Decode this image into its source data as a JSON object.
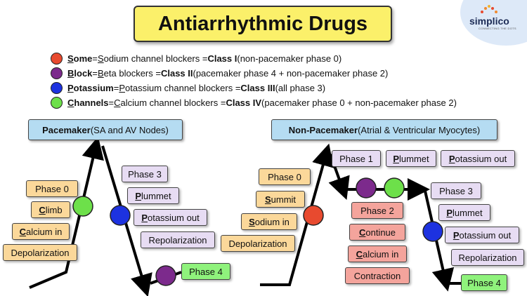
{
  "title": "Antiarrhythmic Drugs",
  "logo": {
    "name": "simplico",
    "tagline": "CONNECTING THE DOTS"
  },
  "colors": {
    "red": "#e84a2f",
    "purple": "#7c2a8c",
    "blue": "#1d32e0",
    "green": "#6de04a"
  },
  "legend": [
    {
      "lead": "S",
      "rest": "ome",
      "eq1": " = ",
      "lead2": "S",
      "rest2": "odium channel blockers = ",
      "cls": "Class I",
      "note": " (non-pacemaker phase 0)"
    },
    {
      "lead": "B",
      "rest": "lock",
      "eq1": " = ",
      "lead2": "B",
      "rest2": "eta blockers = ",
      "cls": "Class II",
      "note": " (pacemaker phase 4 + non-pacemaker phase 2)"
    },
    {
      "lead": "P",
      "rest": "otassium",
      "eq1": " = ",
      "lead2": "P",
      "rest2": "otassium channel blockers = ",
      "cls": "Class III",
      "note": " (all phase 3)"
    },
    {
      "lead": "C",
      "rest": "hannels",
      "eq1": " = ",
      "lead2": "C",
      "rest2": "alcium channel blockers = ",
      "cls": "Class IV",
      "note": " (pacemaker phase 0 + non-pacemaker phase 2)"
    }
  ],
  "pacemaker": {
    "header_bold": "Pacemaker",
    "header_rest": " (SA and AV Nodes)",
    "phase0": "Phase 0",
    "climb": {
      "lead": "C",
      "rest": "limb"
    },
    "calcium_in": {
      "lead": "C",
      "rest": "alcium in"
    },
    "depolarization": "Depolarization",
    "phase3": "Phase 3",
    "plummet": {
      "lead": "P",
      "rest": "lummet"
    },
    "potassium_out": {
      "lead": "P",
      "rest": "otassium out"
    },
    "repolarization": "Repolarization",
    "phase4": "Phase 4"
  },
  "non_pacemaker": {
    "header_bold": "Non-Pacemaker",
    "header_rest": " (Atrial & Ventricular Myocytes)",
    "phase0": "Phase 0",
    "summit": {
      "lead": "S",
      "rest": "ummit"
    },
    "sodium_in": {
      "lead": "S",
      "rest": "odium in"
    },
    "depolarization": "Depolarization",
    "phase1": "Phase 1",
    "plummet1": {
      "lead": "P",
      "rest": "lummet"
    },
    "potassium_out1": {
      "lead": "P",
      "rest": "otassium out"
    },
    "phase2": "Phase 2",
    "continue": {
      "lead": "C",
      "rest": "ontinue"
    },
    "calcium_in": {
      "lead": "C",
      "rest": "alcium in"
    },
    "contraction": "Contraction",
    "phase3": "Phase 3",
    "plummet3": {
      "lead": "P",
      "rest": "lummet"
    },
    "potassium_out3": {
      "lead": "P",
      "rest": "otassium out"
    },
    "repolarization": "Repolarization",
    "phase4": "Phase 4"
  }
}
